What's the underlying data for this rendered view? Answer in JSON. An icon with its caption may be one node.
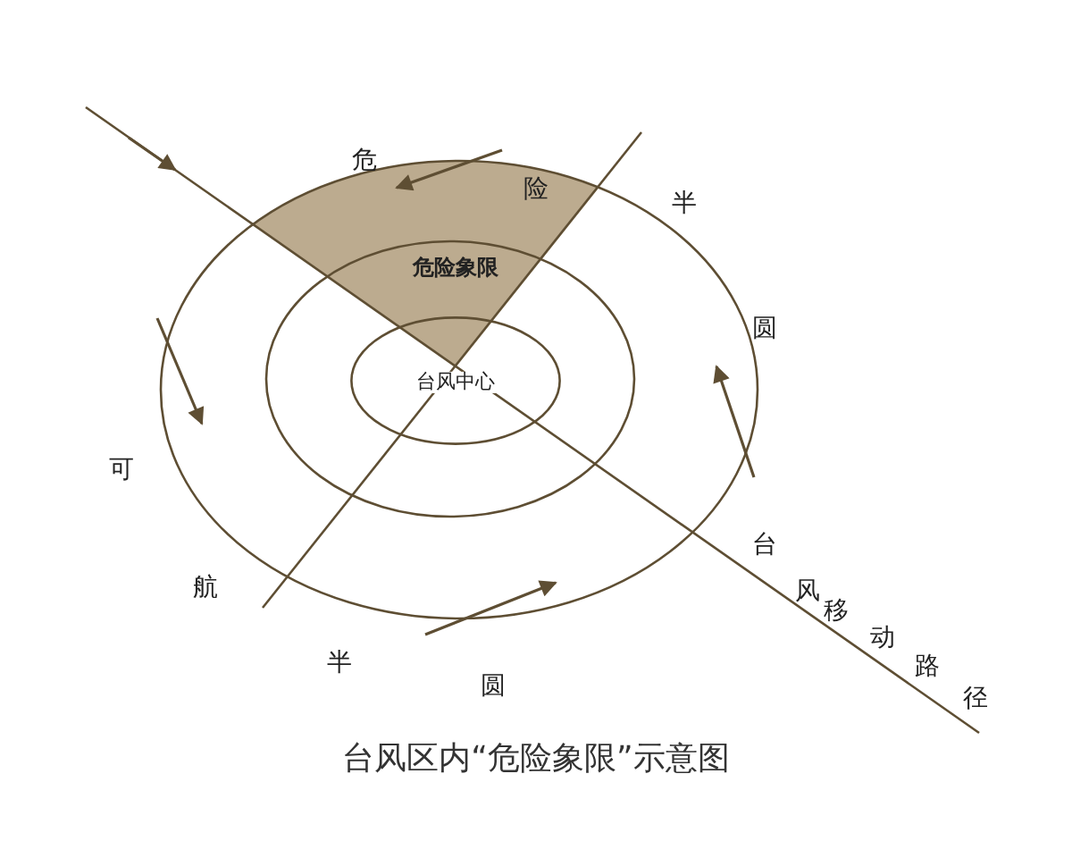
{
  "diagram": {
    "title": "台风区内“危险象限”示意图",
    "nodes": [
      {
        "text": [
          "危险象限"
        ]
      },
      {
        "text": [
          "台风中心"
        ]
      }
    ],
    "edges": [],
    "labels": [
      "危险半圆",
      "可航半圆",
      "台风移动路径"
    ]
  }
}
